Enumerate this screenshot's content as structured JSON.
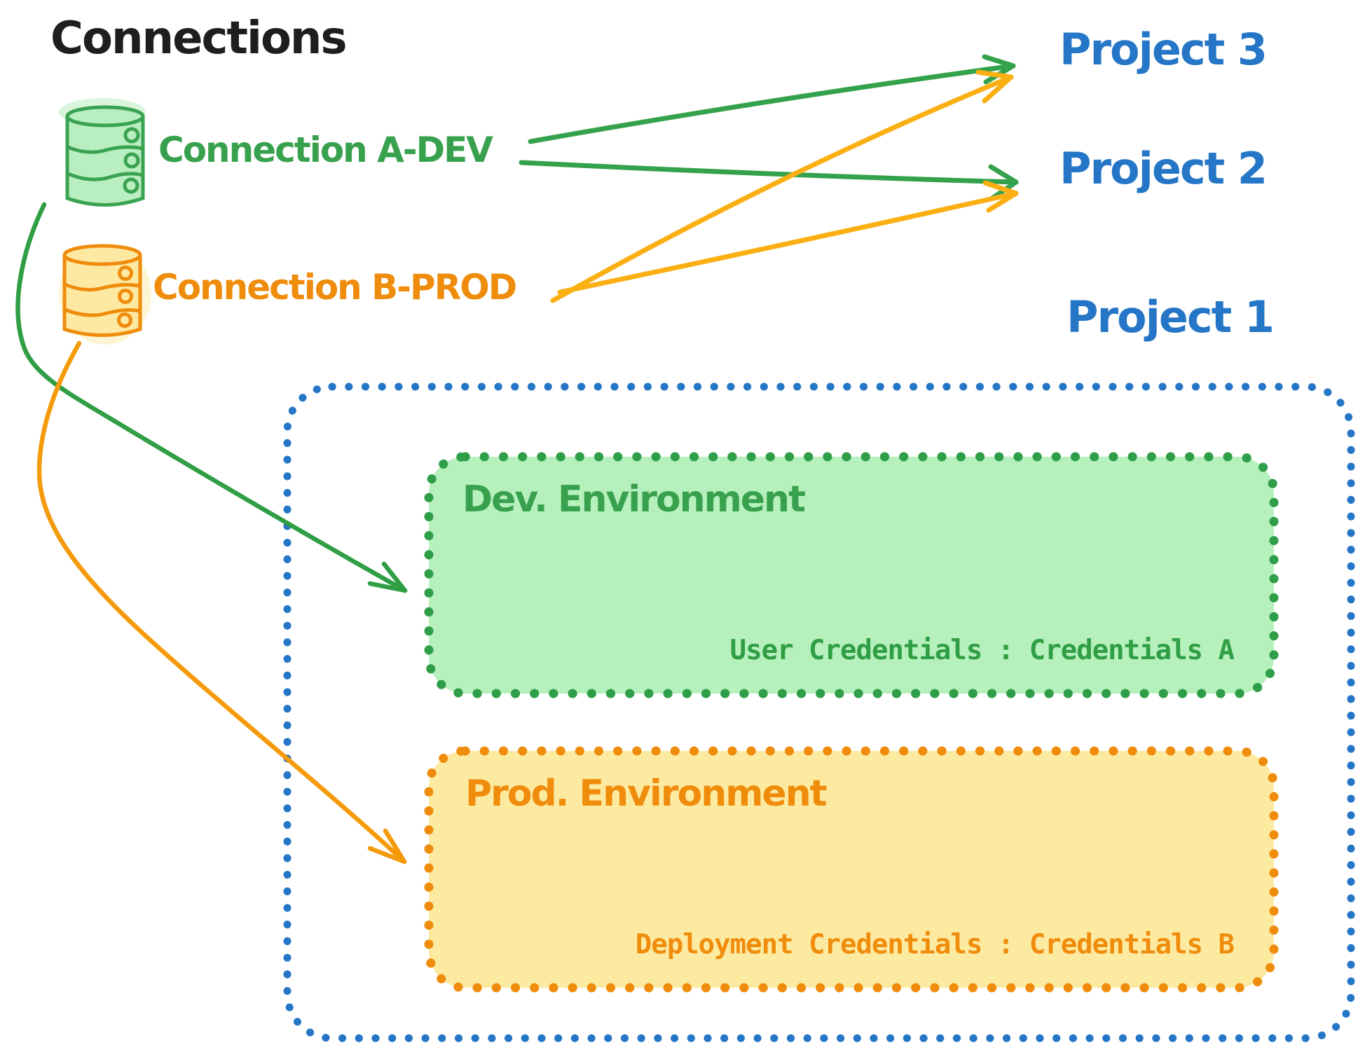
{
  "diagram": {
    "title": "Connections",
    "connections": [
      {
        "id": "a-dev",
        "label": "Connection A-DEV",
        "color": "#38a14e",
        "icon": "database-icon"
      },
      {
        "id": "b-prod",
        "label": "Connection B-PROD",
        "color": "#f08c0c",
        "icon": "database-icon"
      }
    ],
    "projects": [
      {
        "label": "Project 3"
      },
      {
        "label": "Project 2"
      },
      {
        "label": "Project 1"
      }
    ],
    "environments": [
      {
        "name": "Dev. Environment",
        "credentials": "User Credentials : Credentials A",
        "border_color": "#2f9e48",
        "fill_color": "#b6f0bd"
      },
      {
        "name": "Prod. Environment",
        "credentials": "Deployment Credentials : Credentials B",
        "border_color": "#f08c0c",
        "fill_color": "#fdeaa1"
      }
    ],
    "links": [
      {
        "from": "Connection A-DEV",
        "to": "Project 3",
        "color": "#34a24c"
      },
      {
        "from": "Connection A-DEV",
        "to": "Project 2",
        "color": "#34a24c"
      },
      {
        "from": "Connection B-PROD",
        "to": "Project 3",
        "color": "#fbaf12"
      },
      {
        "from": "Connection B-PROD",
        "to": "Project 2",
        "color": "#fbaf12"
      },
      {
        "from": "Connection A-DEV",
        "to": "Dev. Environment",
        "color": "#2f9e44"
      },
      {
        "from": "Connection B-PROD",
        "to": "Prod. Environment",
        "color": "#f59b0b"
      }
    ],
    "colors": {
      "ink": "#1e1e1e",
      "blue": "#2576c6",
      "green": "#38a14e",
      "green_fill": "#b9eec0",
      "orange": "#f08c0c",
      "orange_fill": "#fde9a2",
      "arrow_green": "#34a24c",
      "arrow_orange": "#fbaf12"
    }
  }
}
